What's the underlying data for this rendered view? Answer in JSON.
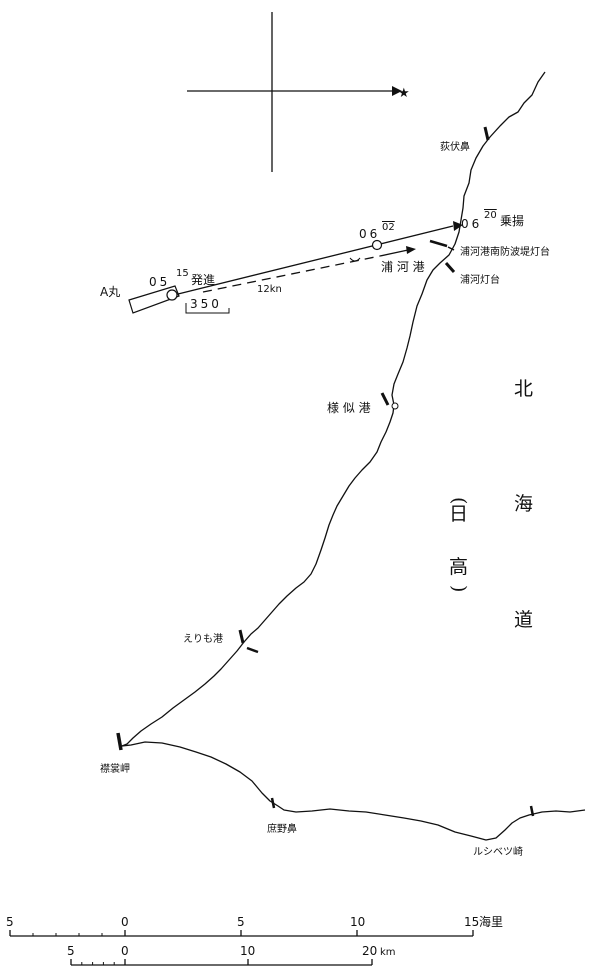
{
  "ship": {
    "name": "A丸",
    "depart_time": "05",
    "depart_min": "15",
    "depart_label": "発進",
    "heading": "350",
    "speed": "12kn",
    "mid_time": "06",
    "mid_min": "02",
    "board_time": "06",
    "board_min": "20",
    "board_label": "乗揚"
  },
  "places": {
    "hagifushi": "荻伏鼻",
    "urakawa_breakwater_light": "浦河港南防波堤灯台",
    "urakawa_port": "浦 河 港",
    "urakawa_light": "浦河灯台",
    "samani_port": "様 似 港",
    "erimo_port": "えりも港",
    "erimo_cape": "襟裳岬",
    "shomanose": "庶野鼻",
    "rusibetsu": "ルシベツ崎"
  },
  "region": {
    "hokkaido": [
      "北",
      "海",
      "道"
    ],
    "hidaka_open": "(",
    "hidaka": [
      "日",
      "高"
    ],
    "hidaka_close": ")"
  },
  "scales": {
    "nm_ticks": [
      "5",
      "0",
      "5",
      "10",
      "15"
    ],
    "nm_unit": "海里",
    "km_ticks": [
      "5",
      "0",
      "10",
      "20"
    ],
    "km_unit": "km"
  }
}
